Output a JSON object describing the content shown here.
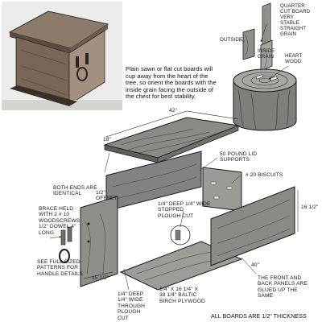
{
  "photo": {
    "name": "finished-chest-photo"
  },
  "notes": {
    "grain_orientation": "Plain sawn or flat cut boards will\ncup away from the heart of the\ntree, so orient the boards with the\ninside grain facing the outside of\nthe chest for best stability.",
    "all_boards": "ALL BOARDS ARE 1/2\" THICKNESS"
  },
  "labels": {
    "quarter_cut": "QUARTER\nCUT BOARD\nVERY\nSTABLE\nSTRAIGHT\nGRAIN",
    "outside": "OUTSIDE",
    "inside_grain": "INSIDE\nGRAIN",
    "heart_wood": "HEART\nWOOD",
    "lid_supports": "50 POUND LID\nSUPPORTS",
    "biscuits": "# 20 BISCUITS",
    "both_ends": "BOTH ENDS ARE\nIDENTICAL",
    "offset": "1/2\"\nOFFSET",
    "brace": "BRACE HELD\nWITH 2 # 10\nWOODSCREWS\n1/2\" DOWEL 4\"\nLONG",
    "patterns": "SEE FULL SIZED\nPATTERNS FOR\nHANDLE DETAILS",
    "stopped_groove": "1/4\" DEEP 1/4\" WIDE\nSTOPPED\nPLOUGH CUT",
    "through_groove": "1/4\" DEEP\n1/4\" WIDE\nTHROUGH\nPLOUGH\nCUT",
    "plywood": "1/4\" x 16 1/4\" x\n38 1/4\" BALTIC\nBIRCH PLYWOOD",
    "panels_glued": "THE FRONT AND\nBACK PANELS ARE\nGLUED UP THE\nSAME"
  },
  "dimensions": {
    "lid_length": "42\"",
    "lid_depth": "18\"",
    "end_width": "15 1/2\"",
    "panel_length": "40\"",
    "panel_height": "16 1/2\""
  },
  "colors": {
    "wood": "#8a8a86",
    "wood_dark": "#5e5e5a",
    "wood_light": "#b4b4b0",
    "line": "#1a1a1a"
  }
}
